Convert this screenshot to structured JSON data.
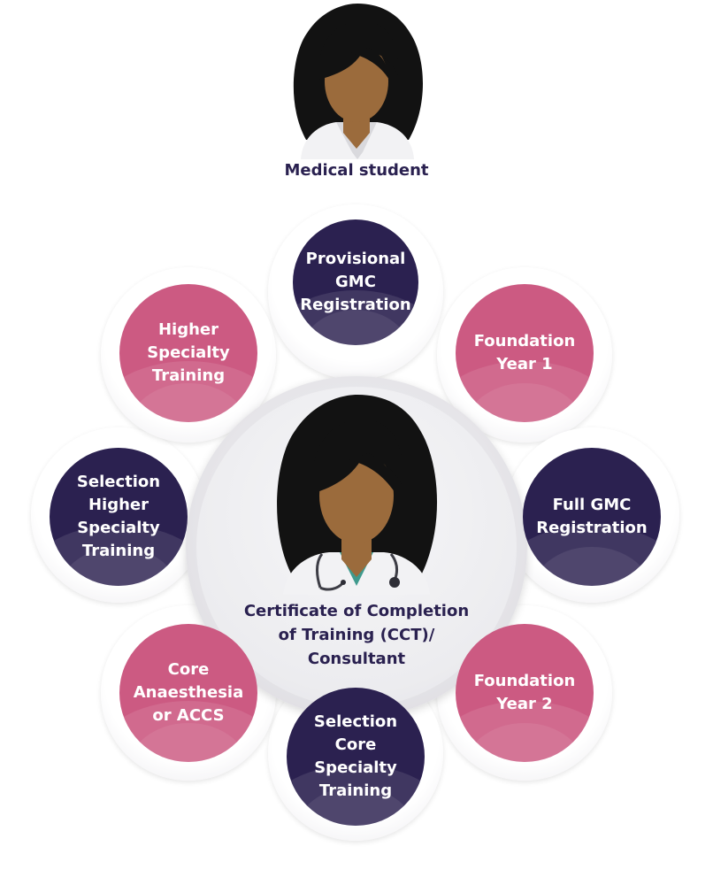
{
  "top": {
    "label": "Medical student"
  },
  "center": {
    "label": "Certificate of Completion\nof Training (CCT)/\nConsultant"
  },
  "stages": [
    {
      "label": "Provisional\nGMC\nRegistration",
      "color": "#2b2150"
    },
    {
      "label": "Foundation\nYear 1",
      "color": "#cc5a82"
    },
    {
      "label": "Full GMC\nRegistration",
      "color": "#2b2150"
    },
    {
      "label": "Foundation\nYear 2",
      "color": "#cc5a82"
    },
    {
      "label": "Selection\nCore\nSpecialty\nTraining",
      "color": "#2b2150"
    },
    {
      "label": "Core\nAnaesthesia\nor ACCS",
      "color": "#cc5a82"
    },
    {
      "label": "Selection\nHigher\nSpecialty\nTraining",
      "color": "#2b2150"
    },
    {
      "label": "Higher\nSpecialty\nTraining",
      "color": "#cc5a82"
    }
  ],
  "colors": {
    "navy": "#2b2150",
    "pink": "#cc5a82",
    "skin": "#9b6b3c",
    "hair": "#121212",
    "coat": "#f2f2f4"
  }
}
